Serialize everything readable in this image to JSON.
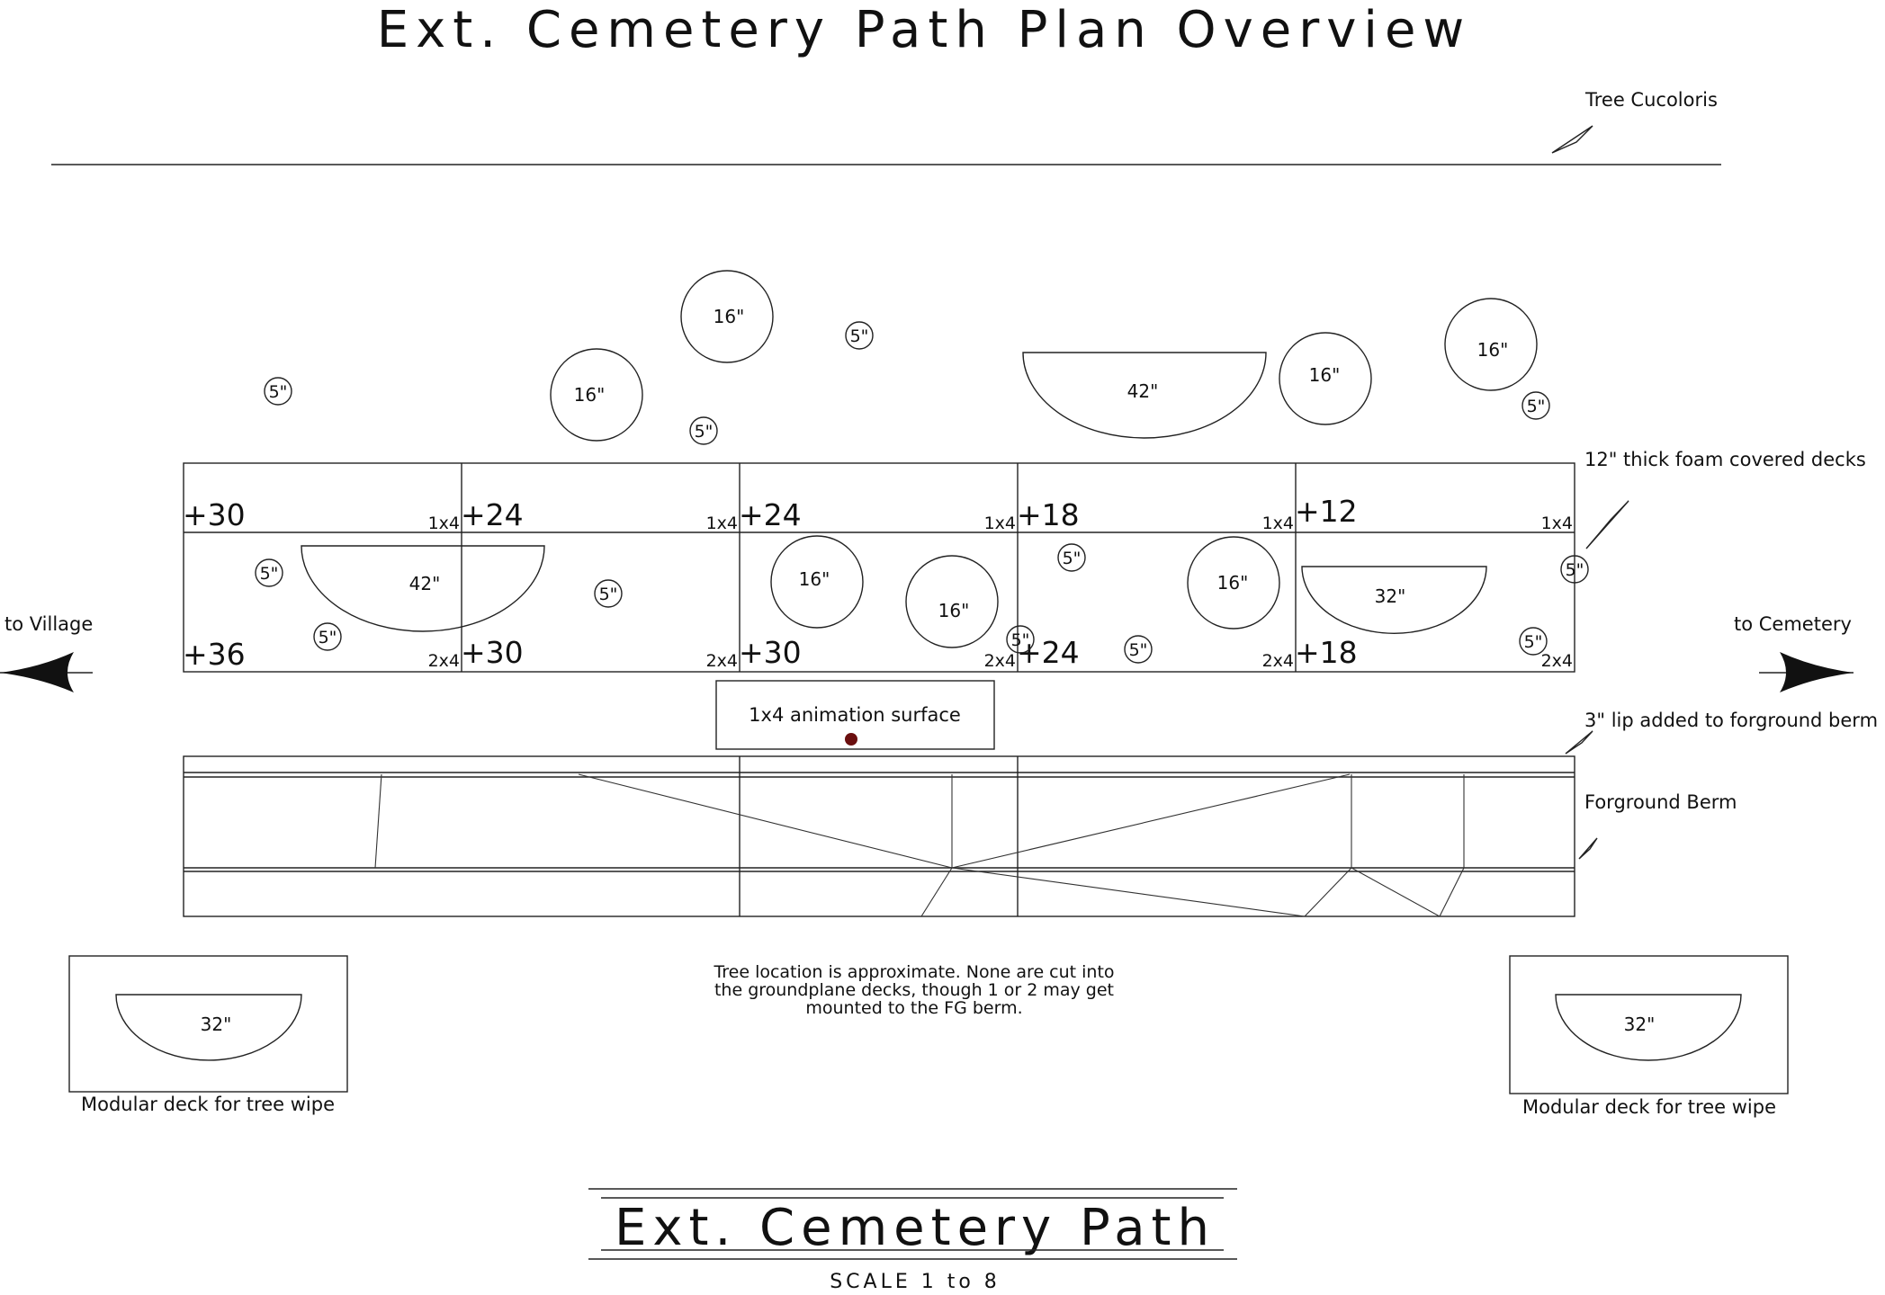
{
  "title": "Ext. Cemetery Path Plan Overview",
  "labels": {
    "tree_cucoloris": "Tree Cucoloris",
    "foam_decks": "12\" thick foam covered decks",
    "to_village": "to Village",
    "to_cemetery": "to Cemetery",
    "animation_surface": "1x4 animation surface",
    "lip": "3\" lip added to forground berm",
    "berm": "Forground Berm",
    "modular_deck_left": "Modular deck for tree wipe",
    "modular_deck_right": "Modular deck for tree wipe"
  },
  "note": [
    "Tree location is approximate. None are cut into",
    "the groundplane decks, though 1 or 2 may get",
    "mounted to the FG berm."
  ],
  "title_block": {
    "name": "Ext. Cemetery Path",
    "scale": "SCALE 1 to 8"
  },
  "decks": {
    "back_row": [
      {
        "elevation": "+30",
        "size": "1x4"
      },
      {
        "elevation": "+24",
        "size": "1x4"
      },
      {
        "elevation": "+24",
        "size": "1x4"
      },
      {
        "elevation": "+18",
        "size": "1x4"
      },
      {
        "elevation": "+12",
        "size": "1x4"
      }
    ],
    "front_row": [
      {
        "elevation": "+36",
        "size": "2x4"
      },
      {
        "elevation": "+30",
        "size": "2x4"
      },
      {
        "elevation": "+30",
        "size": "2x4"
      },
      {
        "elevation": "+24",
        "size": "2x4"
      },
      {
        "elevation": "+18",
        "size": "2x4"
      }
    ]
  },
  "trees": [
    {
      "label": "16\""
    },
    {
      "label": "16\""
    },
    {
      "label": "16\""
    },
    {
      "label": "16\""
    },
    {
      "label": "16\""
    },
    {
      "label": "16\""
    },
    {
      "label": "16\""
    },
    {
      "label": "5\""
    },
    {
      "label": "5\""
    },
    {
      "label": "5\""
    },
    {
      "label": "5\""
    },
    {
      "label": "5\""
    },
    {
      "label": "5\""
    },
    {
      "label": "5\""
    },
    {
      "label": "5\""
    },
    {
      "label": "5\""
    },
    {
      "label": "5\""
    },
    {
      "label": "5\""
    },
    {
      "label": "5\""
    }
  ],
  "half_trees": [
    {
      "label": "42\""
    },
    {
      "label": "42\""
    },
    {
      "label": "32\""
    },
    {
      "label": "32\""
    },
    {
      "label": "32\""
    }
  ]
}
